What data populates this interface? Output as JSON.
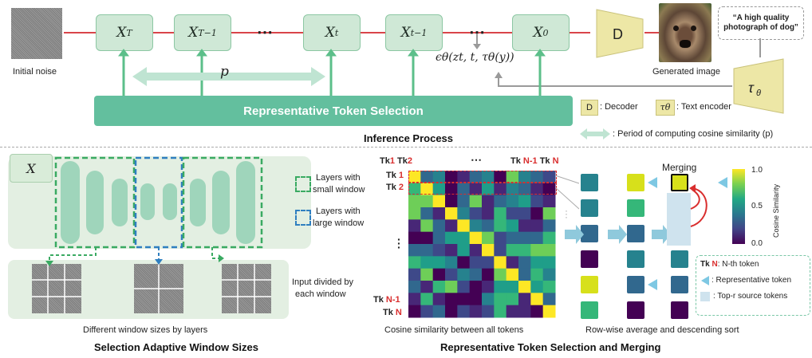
{
  "inference": {
    "initial_noise_label": "Initial noise",
    "nodes": [
      {
        "sym": "X",
        "sub": "T"
      },
      {
        "sym": "X",
        "sub": "T−1"
      },
      {
        "sym": "X",
        "sub": "t"
      },
      {
        "sym": "X",
        "sub": "t−1"
      },
      {
        "sym": "X",
        "sub": "0"
      }
    ],
    "ellipsis": "⋯",
    "decoder_label": "D",
    "generated_image_label": "Generated image",
    "prompt_text": "“A high quality photograph of dog”",
    "text_encoder_symbol": "τθ",
    "period_symbol": "p",
    "epsilon_expr": "ϵθ(zt, t, τθ(y))",
    "token_selection_label": "Representative Token Selection",
    "section_title": "Inference Process",
    "legend": {
      "decoder_box": "D",
      "decoder_text": ": Decoder",
      "encoder_symbol": "τθ",
      "encoder_text": ": Text encoder",
      "period_text": ": Period of computing cosine similarity (p)"
    }
  },
  "window": {
    "x_label": "X",
    "legend_small": [
      "Layers with",
      "small window"
    ],
    "legend_large": [
      "Layers with",
      "large window"
    ],
    "input_note": [
      "Input divided by",
      "each window"
    ],
    "caption": "Different window sizes by layers",
    "section_title": "Selection Adaptive Window Sizes"
  },
  "token": {
    "col_labels": {
      "tk1": "Tk",
      "n1": "1",
      "tk2": "Tk",
      "n2": "2",
      "dots": "⋯",
      "tkn1": "Tk",
      "nn1": "N-1",
      "tkn": "Tk",
      "nn": "N"
    },
    "row_labels": {
      "r1a": "Tk",
      "r1b": "1",
      "r2a": "Tk",
      "r2b": "2",
      "rn1a": "Tk",
      "rn1b": "N-1",
      "rna": "Tk",
      "rnb": "N"
    },
    "matrix_caption": "Cosine similarity between all tokens",
    "merge_label": "Merging",
    "colorbar_label": "Cosine Similarity",
    "colorbar_ticks": [
      "1.0",
      "0.5",
      "0.0"
    ],
    "legend_tk": "Tk",
    "legend_n": "N",
    "legend_nth": ": N-th token",
    "legend_rep": ": Representative token",
    "legend_topr": ": Top-r source tokens",
    "sort_caption": "Row-wise average and descending sort",
    "section_title": "Representative Token Selection and Merging"
  },
  "colors": {
    "node_fill": "#cfe8d6",
    "green_arrow": "#5cbf8a",
    "red_line": "#d9454a",
    "token_bar": "#63bf9e",
    "decoder": "#ede7a6"
  }
}
